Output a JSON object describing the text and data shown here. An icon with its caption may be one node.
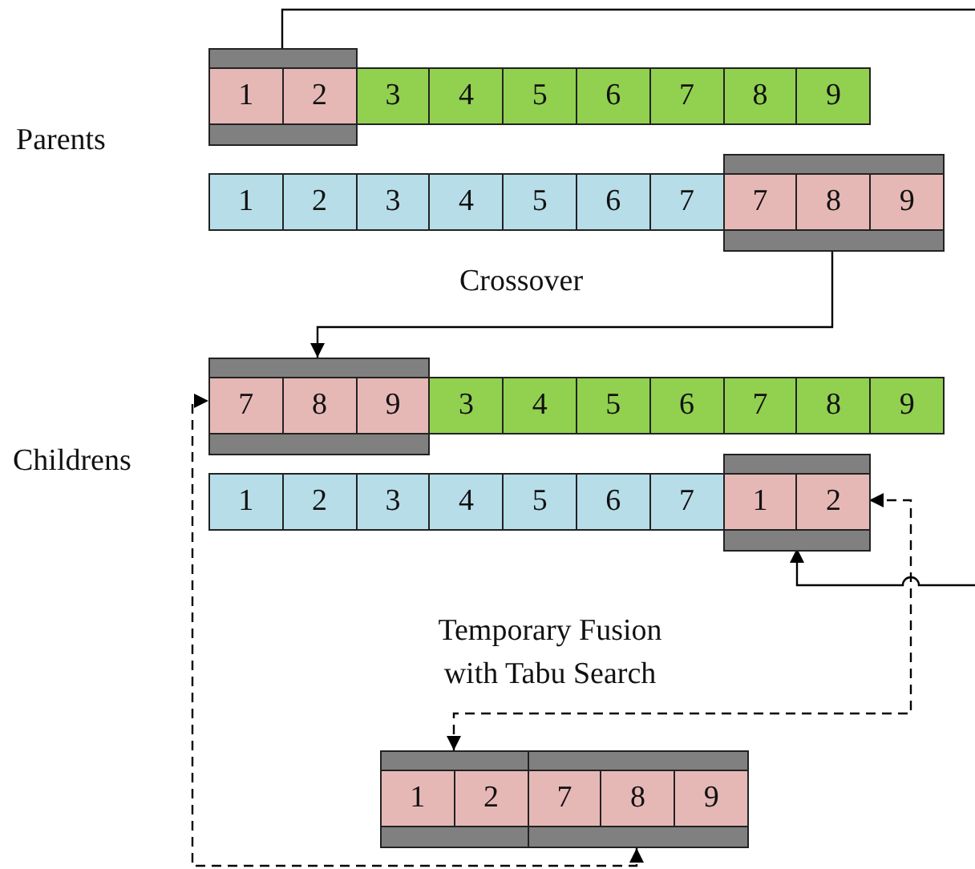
{
  "diagram": {
    "nodes": [
      {
        "text": [],
        "shape": "box"
      },
      {
        "text": [
          "1"
        ],
        "in": 0
      },
      {
        "text": [
          "2"
        ],
        "in": 0
      },
      {
        "text": [
          "3"
        ]
      },
      {
        "text": [
          "4"
        ]
      },
      {
        "text": [
          "5"
        ]
      },
      {
        "text": [
          "6"
        ]
      },
      {
        "text": [
          "7"
        ]
      },
      {
        "text": [
          "8"
        ]
      },
      {
        "text": [
          "9"
        ]
      },
      {
        "text": [
          "1"
        ]
      },
      {
        "text": [
          "2"
        ]
      },
      {
        "text": [
          "3"
        ]
      },
      {
        "text": [
          "4"
        ]
      },
      {
        "text": [
          "5"
        ]
      },
      {
        "text": [
          "6"
        ]
      },
      {
        "text": [
          "7"
        ]
      },
      {
        "text": [],
        "shape": "box"
      },
      {
        "text": [
          "7"
        ],
        "in": 17
      },
      {
        "text": [
          "8"
        ],
        "in": 17
      },
      {
        "text": [
          "9"
        ],
        "in": 17
      },
      {
        "text": [],
        "shape": "box"
      },
      {
        "text": [
          "7"
        ],
        "in": 21
      },
      {
        "text": [
          "8"
        ],
        "in": 21
      },
      {
        "text": [
          "9"
        ],
        "in": 21
      },
      {
        "text": [
          "3"
        ]
      },
      {
        "text": [
          "4"
        ]
      },
      {
        "text": [
          "5"
        ]
      },
      {
        "text": [
          "6"
        ]
      },
      {
        "text": [
          "7"
        ]
      },
      {
        "text": [
          "8"
        ]
      },
      {
        "text": [
          "9"
        ]
      },
      {
        "text": [
          "1"
        ]
      },
      {
        "text": [
          "2"
        ]
      },
      {
        "text": [
          "3"
        ]
      },
      {
        "text": [
          "4"
        ]
      },
      {
        "text": [
          "5"
        ]
      },
      {
        "text": [
          "6"
        ]
      },
      {
        "text": [
          "7"
        ]
      },
      {
        "text": [],
        "shape": "box"
      },
      {
        "text": [
          "1"
        ],
        "in": 39
      },
      {
        "text": [
          "2"
        ],
        "in": 39
      },
      {
        "text": [],
        "shape": "box"
      },
      {
        "text": [
          "1"
        ],
        "in": 42
      },
      {
        "text": [
          "2"
        ],
        "in": 42
      },
      {
        "text": [],
        "shape": "box"
      },
      {
        "text": [
          "7"
        ],
        "in": 45
      },
      {
        "text": [
          "8"
        ],
        "in": 45
      },
      {
        "text": [
          "9"
        ],
        "in": 45
      }
    ],
    "edges": [
      {
        "from": 0,
        "to": 39,
        "arrow": "to"
      },
      {
        "from": 17,
        "to": 21,
        "arrow": "to"
      },
      {
        "from": 42,
        "to": 39,
        "arrow": "both",
        "style": "dashed"
      },
      {
        "from": 45,
        "to": 21,
        "arrow": "both",
        "style": "dashed"
      }
    ],
    "labels": [
      "Parents",
      "Crossover",
      "Childrens",
      "Temporary Fusion with Tabu Search"
    ]
  }
}
